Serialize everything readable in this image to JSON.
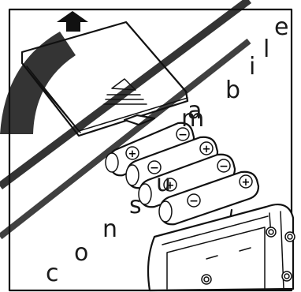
{
  "figure": {
    "plus_symbol": "+",
    "minus_symbol": "−"
  },
  "watermark": {
    "letters": [
      "c",
      "o",
      "n",
      "s",
      "u",
      "m",
      "a",
      "b",
      "i",
      "l",
      "e"
    ],
    "color": "#1a1a1a"
  },
  "colors": {
    "line": "#111111",
    "background": "#ffffff"
  }
}
